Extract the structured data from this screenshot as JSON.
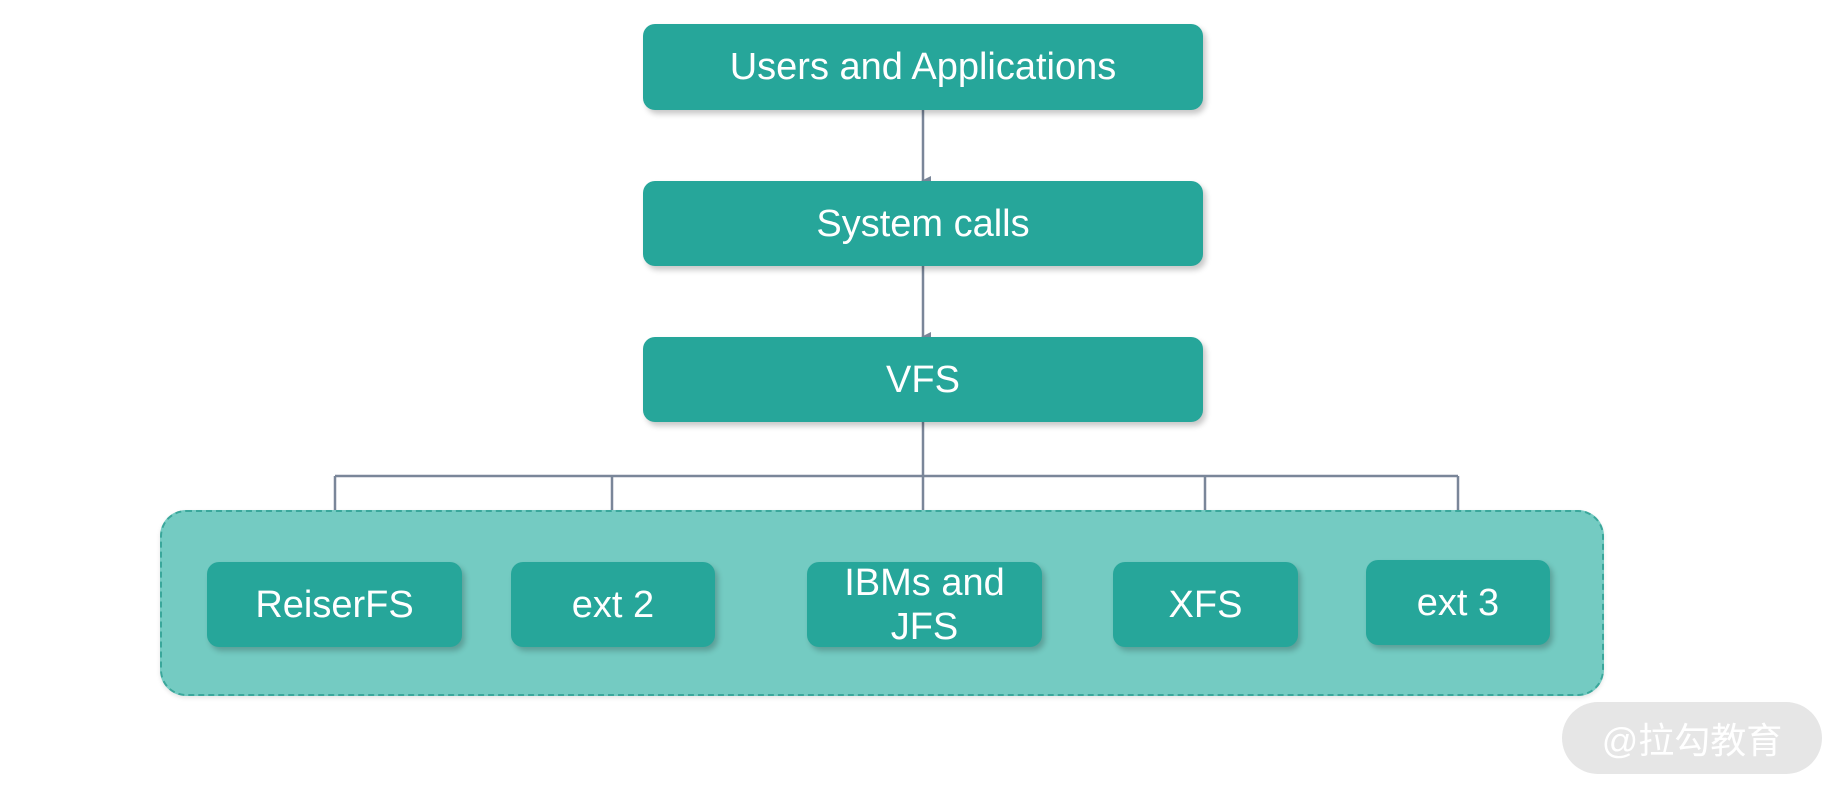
{
  "diagram": {
    "layers": {
      "users": "Users and Applications",
      "syscalls": "System calls",
      "vfs": "VFS"
    },
    "filesystems": [
      "ReiserFS",
      "ext 2",
      "IBMs and JFS",
      "XFS",
      "ext 3"
    ]
  },
  "watermark": "@拉勾教育",
  "colors": {
    "node": "#26a69a",
    "group": "#74cbc2",
    "group_border": "#3aa79b",
    "connector": "#7a8699",
    "text": "#ffffff"
  }
}
